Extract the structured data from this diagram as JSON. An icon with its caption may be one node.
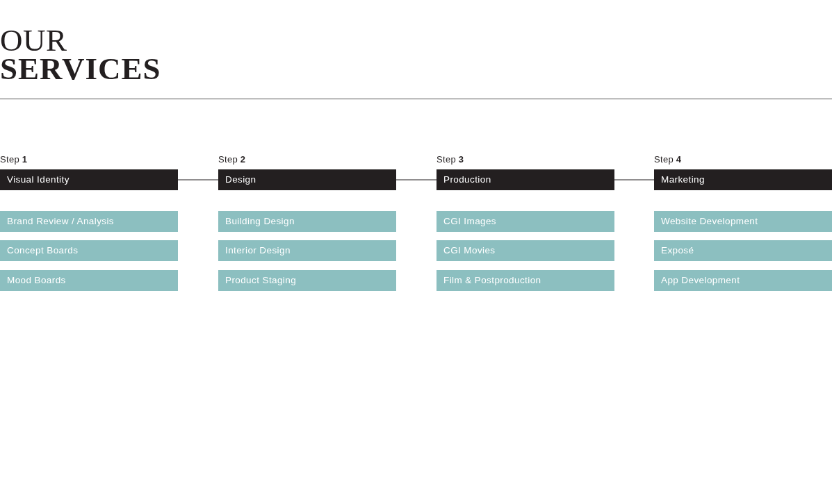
{
  "diagram": {
    "title": "OUR **SERVICES**",
    "nodes": [
      {
        "text": [
          "Step **1**",
          "Visual Identity"
        ]
      },
      {
        "text": [
          "Brand Review / Analysis"
        ]
      },
      {
        "text": [
          "Concept Boards"
        ]
      },
      {
        "text": [
          "Mood Boards"
        ]
      },
      {
        "text": [
          "Step **2**",
          "Design"
        ]
      },
      {
        "text": [
          "Building Design"
        ]
      },
      {
        "text": [
          "Interior Design"
        ]
      },
      {
        "text": [
          "Product Staging"
        ]
      },
      {
        "text": [
          "Step **3**",
          "Production"
        ]
      },
      {
        "text": [
          "CGI Images"
        ]
      },
      {
        "text": [
          "CGI Movies"
        ]
      },
      {
        "text": [
          "Film & Postproduction"
        ]
      },
      {
        "text": [
          "Step **4**",
          "Marketing"
        ]
      },
      {
        "text": [
          "Website Development"
        ]
      },
      {
        "text": [
          "Exposé"
        ]
      },
      {
        "text": [
          "App Development"
        ]
      }
    ],
    "edges": [
      {
        "from": 0,
        "to": 4,
        "arrow": "none"
      },
      {
        "from": 4,
        "to": 8,
        "arrow": "none"
      },
      {
        "from": 8,
        "to": 12,
        "arrow": "none"
      }
    ]
  }
}
